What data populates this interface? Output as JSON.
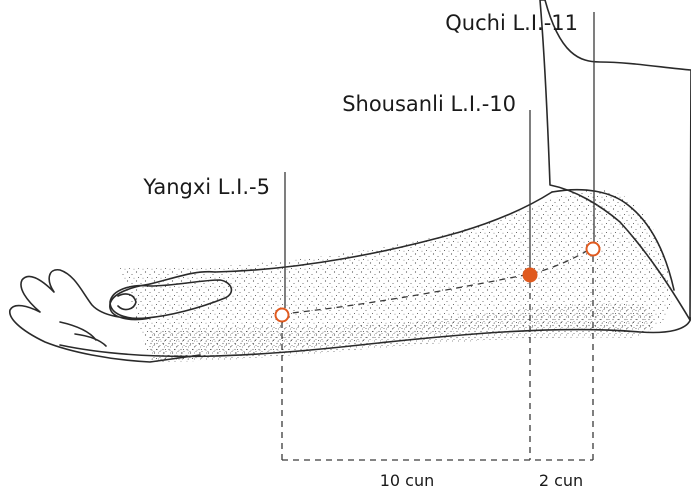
{
  "points": {
    "quchi": {
      "label": "Quchi L.I.-11",
      "marker": "open"
    },
    "shousanli": {
      "label": "Shousanli L.I.-10",
      "marker": "filled"
    },
    "yangxi": {
      "label": "Yangxi L.I.-5",
      "marker": "open"
    }
  },
  "measurements": {
    "long": "10 cun",
    "short": "2 cun"
  },
  "colors": {
    "point": "#e05a1f",
    "ink": "#2a2a2a",
    "stipple": "#4a4a4a"
  }
}
